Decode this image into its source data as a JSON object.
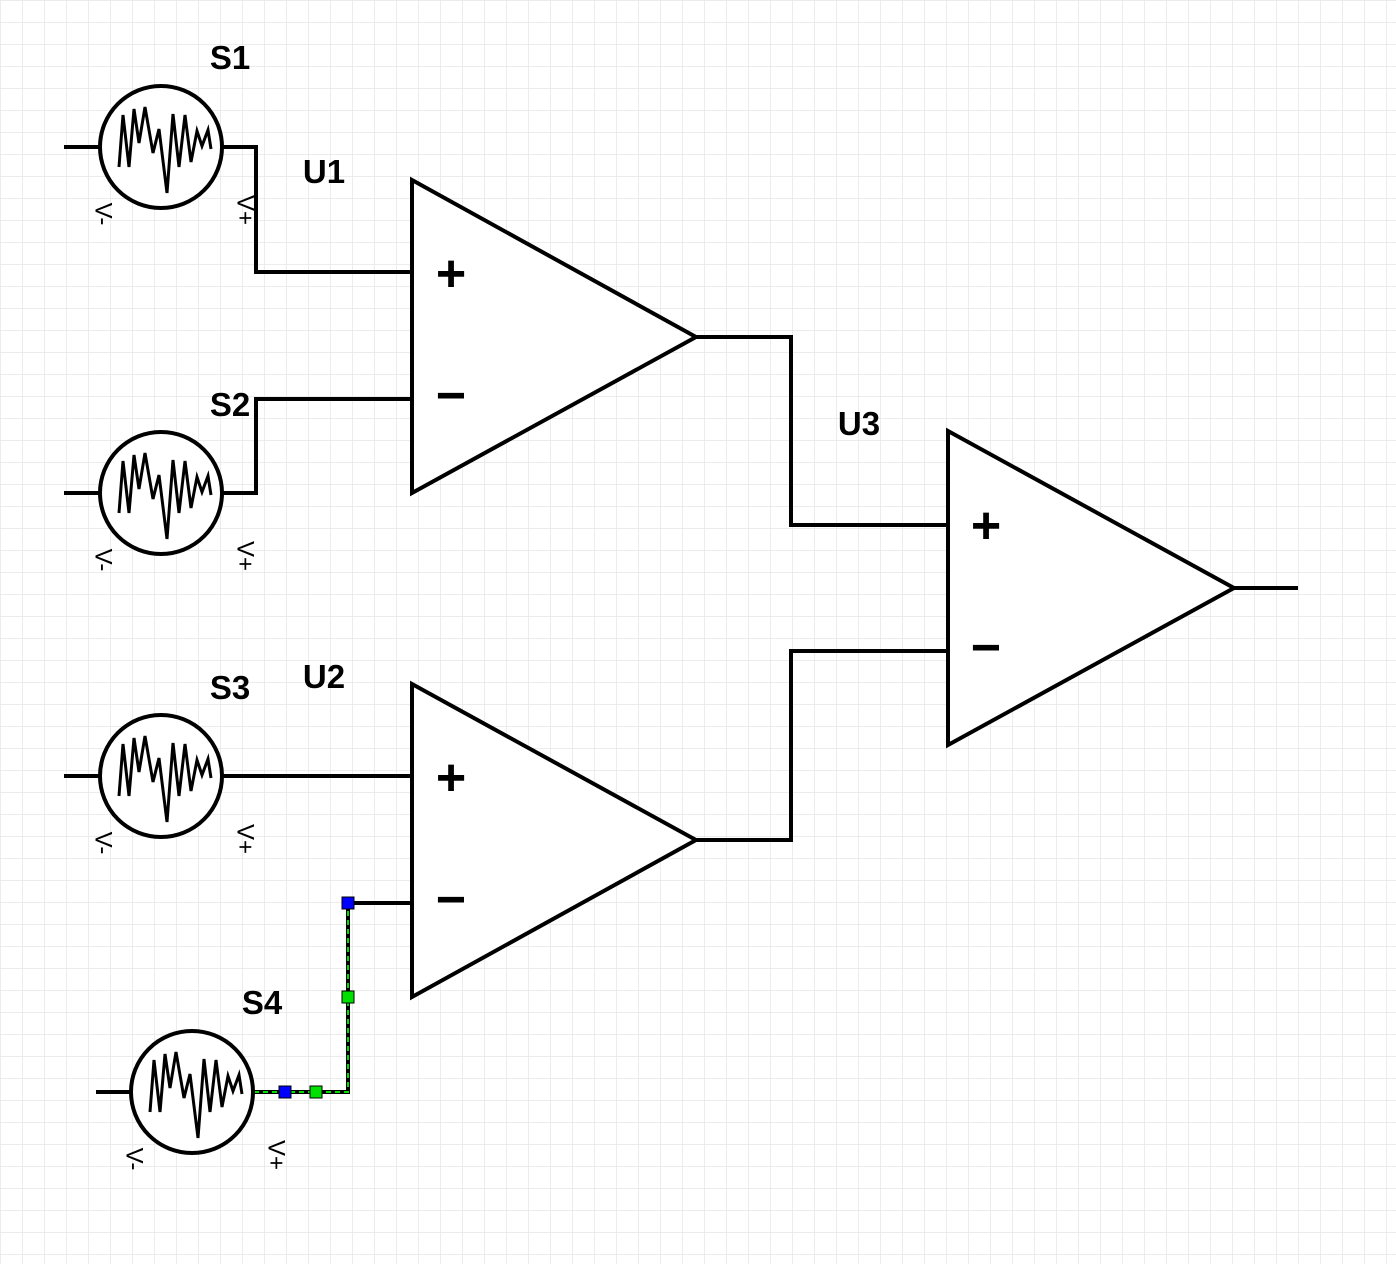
{
  "sources": [
    {
      "id": "S1",
      "label": "S1",
      "neg": "V-",
      "pos": "V+"
    },
    {
      "id": "S2",
      "label": "S2",
      "neg": "V-",
      "pos": "V+"
    },
    {
      "id": "S3",
      "label": "S3",
      "neg": "V-",
      "pos": "V+"
    },
    {
      "id": "S4",
      "label": "S4",
      "neg": "V-",
      "pos": "V+"
    }
  ],
  "opamps": [
    {
      "id": "U1",
      "label": "U1",
      "plus": "+",
      "minus": "−"
    },
    {
      "id": "U2",
      "label": "U2",
      "plus": "+",
      "minus": "−"
    },
    {
      "id": "U3",
      "label": "U3",
      "plus": "+",
      "minus": "−"
    }
  ],
  "colors": {
    "grid": "#e6e6e6",
    "stroke": "#000000",
    "selection_endpoint": "#0000ff",
    "selection_waypoint": "#00e000"
  },
  "selected_wire": "S4 V+ to U2 minus input"
}
